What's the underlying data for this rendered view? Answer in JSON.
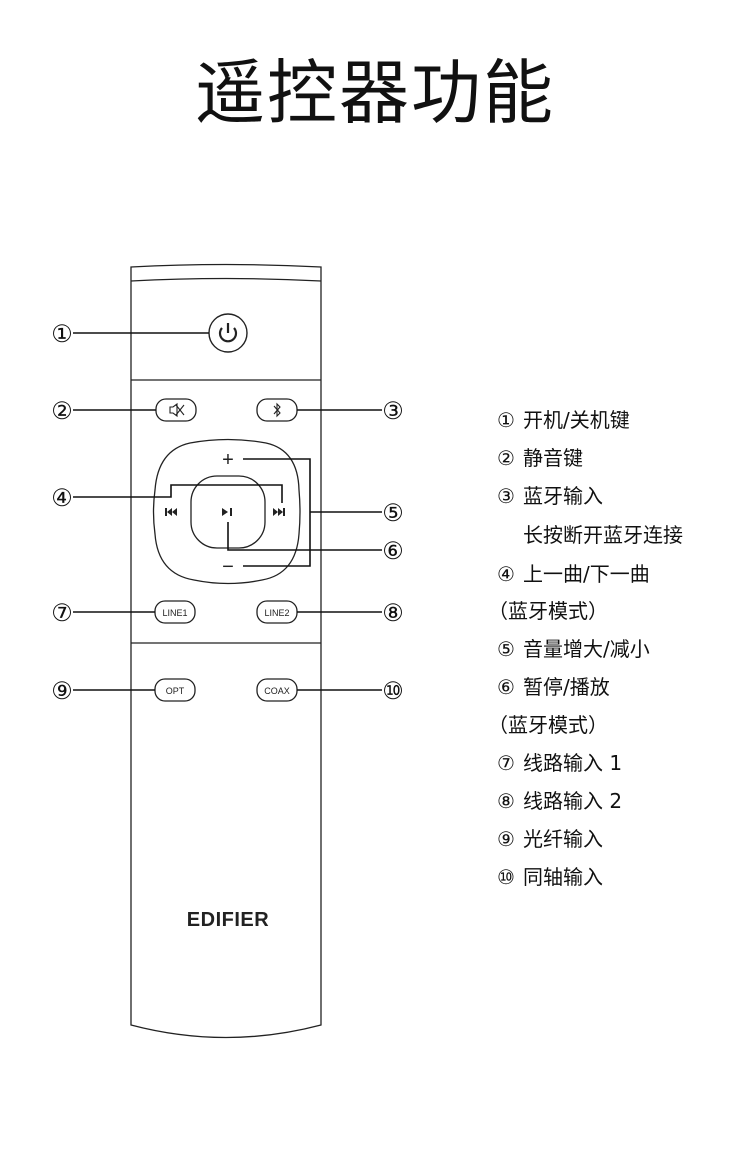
{
  "title": "遥控器功能",
  "remote": {
    "brand": "EDIFIER",
    "buttons": {
      "line1": "LINE1",
      "line2": "LINE2",
      "opt": "OPT",
      "coax": "COAX",
      "vol_up": "+",
      "vol_down": "−"
    },
    "callouts": [
      "①",
      "②",
      "③",
      "④",
      "⑤",
      "⑥",
      "⑦",
      "⑧",
      "⑨",
      "⑩"
    ]
  },
  "legend": [
    {
      "num": "①",
      "text": "开机/关机键"
    },
    {
      "num": "②",
      "text": "静音键"
    },
    {
      "num": "③",
      "text": "蓝牙输入"
    },
    {
      "num": "",
      "text": "长按断开蓝牙连接"
    },
    {
      "num": "④",
      "text": "上一曲/下一曲"
    },
    {
      "num": "",
      "text": "（蓝牙模式）"
    },
    {
      "num": "⑤",
      "text": "音量增大/减小"
    },
    {
      "num": "⑥",
      "text": "暂停/播放"
    },
    {
      "num": "",
      "text": "（蓝牙模式）"
    },
    {
      "num": "⑦",
      "text": "线路输入 1"
    },
    {
      "num": "⑧",
      "text": "线路输入 2"
    },
    {
      "num": "⑨",
      "text": "光纤输入"
    },
    {
      "num": "⑩",
      "text": "同轴输入"
    }
  ]
}
